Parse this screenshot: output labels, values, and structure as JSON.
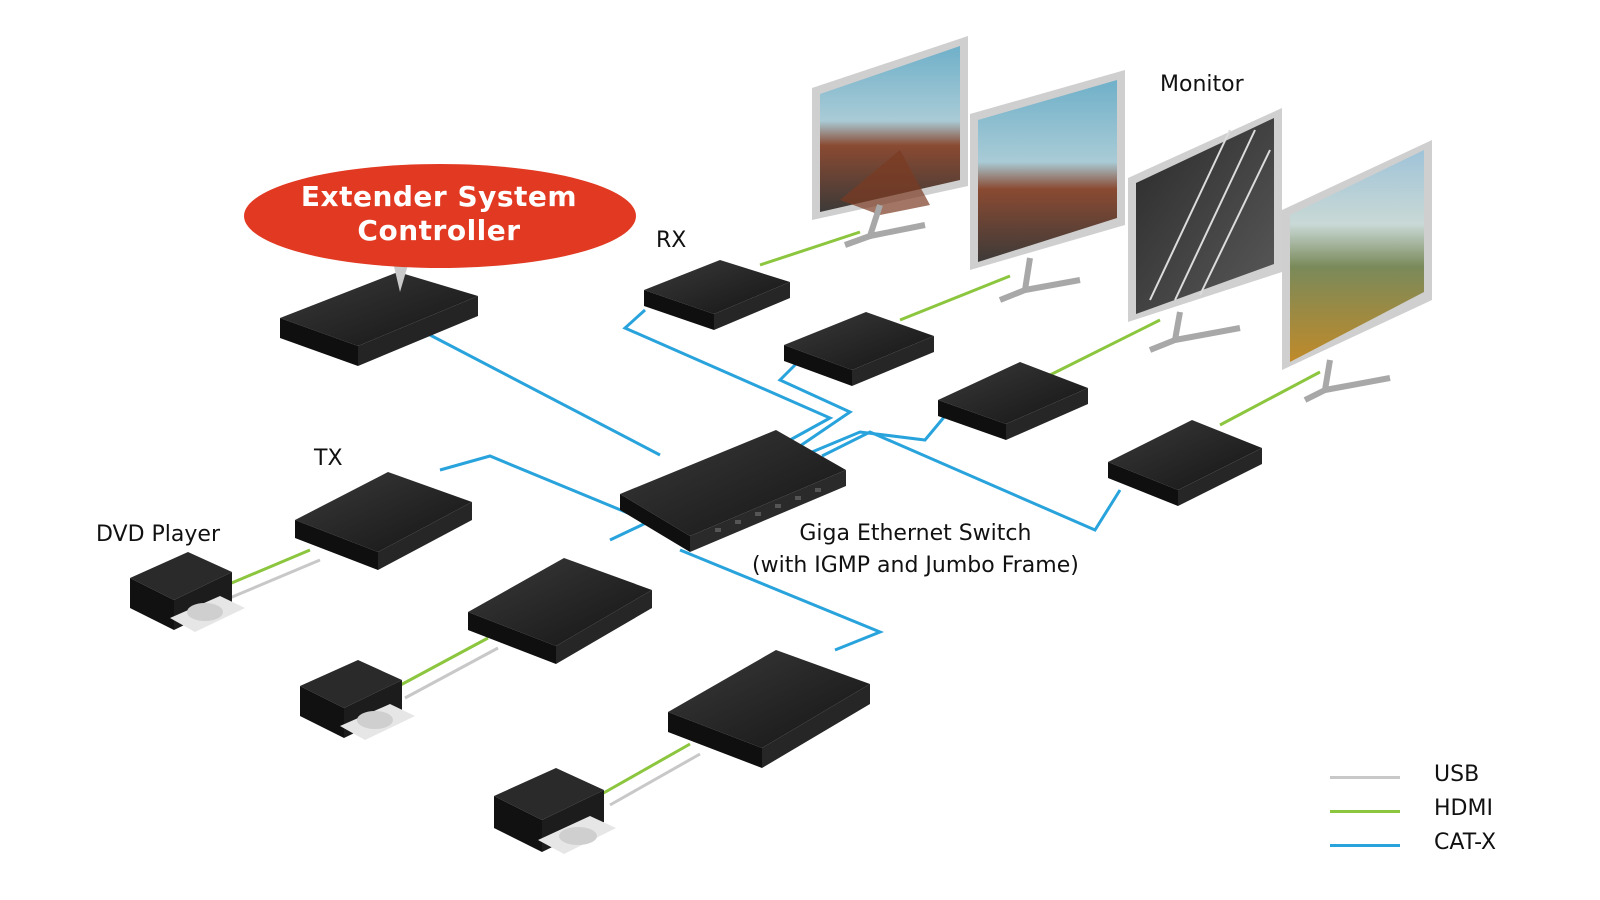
{
  "labels": {
    "monitor": "Monitor",
    "rx": "RX",
    "tx": "TX",
    "dvd_player": "DVD Player",
    "switch_line1": "Giga Ethernet Switch",
    "switch_line2": "(with IGMP and Jumbo Frame)",
    "controller_line1": "Extender System",
    "controller_line2": "Controller"
  },
  "legend": [
    {
      "label": "USB",
      "color": "#c8c8c8"
    },
    {
      "label": "HDMI",
      "color": "#8cc63f"
    },
    {
      "label": "CAT-X",
      "color": "#29a3dc"
    }
  ],
  "colors": {
    "usb": "#c8c8c8",
    "hdmi": "#8cc63f",
    "catx": "#29a3dc",
    "controller_bubble": "#e23a22",
    "device_body": "#1b1b1b"
  }
}
